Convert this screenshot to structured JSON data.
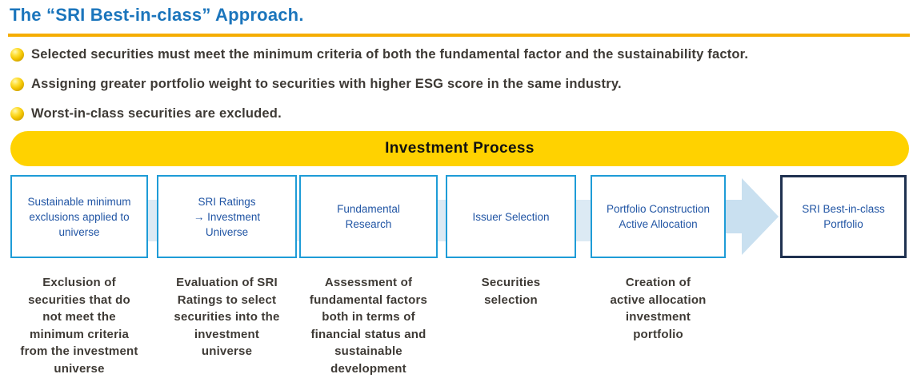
{
  "title": "The “SRI Best-in-class” Approach.",
  "bullets": [
    "Selected securities must meet the minimum criteria of both the fundamental factor and the sustainability factor.",
    "Assigning greater portfolio weight to securities with higher ESG score in the same industry.",
    "Worst-in-class securities are excluded."
  ],
  "banner": {
    "label": "Investment Process"
  },
  "process": {
    "steps": [
      {
        "label": "Sustainable minimum\nexclusions applied to\nuniverse",
        "description": "Exclusion of\nsecurities that do\nnot meet the\nminimum criteria\nfrom the investment\nuniverse"
      },
      {
        "label": "SRI Ratings\n→ Investment\nUniverse",
        "description": "Evaluation of SRI\nRatings to select\nsecurities into the\ninvestment\nuniverse"
      },
      {
        "label": "Fundamental\nResearch",
        "description": "Assessment of\nfundamental factors\nboth in terms of\nfinancial status and\nsustainable\ndevelopment"
      },
      {
        "label": "Issuer Selection",
        "description": "Securities\nselection"
      },
      {
        "label": "Portfolio Construction\nActive Allocation",
        "description": "Creation of\nactive allocation\ninvestment\nportfolio"
      },
      {
        "label": "SRI Best-in-class\nPortfolio",
        "description": ""
      }
    ]
  },
  "colors": {
    "title_blue": "#1b75bc",
    "rule_gold": "#f5ad00",
    "banner_yellow": "#ffd200",
    "box_border_cyan": "#1e9cd7",
    "box_text_blue": "#2155a4",
    "final_box_border_navy": "#1f3150",
    "connector_light_blue": "#dceaf4",
    "arrow_light_blue": "#c9e0f0",
    "bullet_sphere_gold": "#f2c400",
    "body_text": "#3e3a35"
  }
}
